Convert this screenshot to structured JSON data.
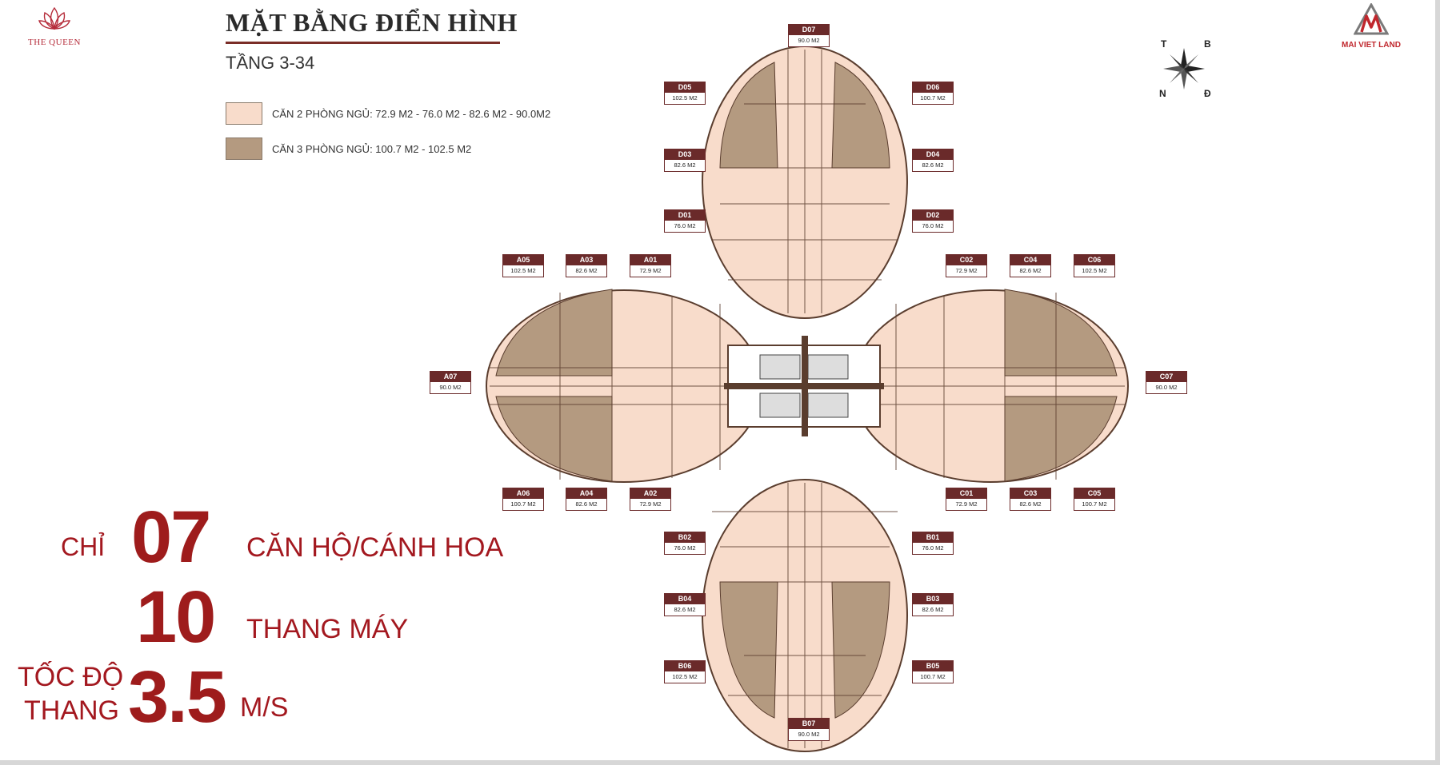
{
  "brand_left": "THE QUEEN",
  "brand_right": "MAI VIET LAND",
  "title": "MẶT BẰNG ĐIỂN HÌNH",
  "floor": "TẦNG 3-34",
  "legend": [
    {
      "label": "CĂN 2 PHÒNG NGỦ: 72.9 M2 - 76.0 M2 - 82.6 M2 - 90.0M2",
      "color": "#f8dccb"
    },
    {
      "label": "CĂN 3 PHÒNG NGỦ: 100.7 M2 - 102.5 M2",
      "color": "#b49a80"
    }
  ],
  "compass": {
    "t": "T",
    "b": "B",
    "n": "N",
    "d": "Đ"
  },
  "stats": {
    "s1_prefix": "CHỈ",
    "s1_num": "07",
    "s1_suffix": "CĂN HỘ/CÁNH HOA",
    "s2_num": "10",
    "s2_suffix": "THANG MÁY",
    "s3_prefix1": "TỐC ĐỘ",
    "s3_prefix2": "THANG",
    "s3_num": "3.5",
    "s3_suffix": "M/S"
  },
  "colors": {
    "accent": "#9e1c1c",
    "light_unit": "#f8dccb",
    "dark_unit": "#b49a80",
    "wall": "#5a3d2e"
  },
  "units": {
    "D07": {
      "code": "D07",
      "area": "90.0 M2"
    },
    "D05": {
      "code": "D05",
      "area": "102.5 M2"
    },
    "D06": {
      "code": "D06",
      "area": "100.7 M2"
    },
    "D03": {
      "code": "D03",
      "area": "82.6 M2"
    },
    "D04": {
      "code": "D04",
      "area": "82.6 M2"
    },
    "D01": {
      "code": "D01",
      "area": "76.0 M2"
    },
    "D02": {
      "code": "D02",
      "area": "76.0 M2"
    },
    "A05": {
      "code": "A05",
      "area": "102.5 M2"
    },
    "A03": {
      "code": "A03",
      "area": "82.6 M2"
    },
    "A01": {
      "code": "A01",
      "area": "72.9 M2"
    },
    "A07": {
      "code": "A07",
      "area": "90.0 M2"
    },
    "A06": {
      "code": "A06",
      "area": "100.7 M2"
    },
    "A04": {
      "code": "A04",
      "area": "82.6 M2"
    },
    "A02": {
      "code": "A02",
      "area": "72.9 M2"
    },
    "C02": {
      "code": "C02",
      "area": "72.9 M2"
    },
    "C04": {
      "code": "C04",
      "area": "82.6 M2"
    },
    "C06": {
      "code": "C06",
      "area": "102.5 M2"
    },
    "C07": {
      "code": "C07",
      "area": "90.0 M2"
    },
    "C01": {
      "code": "C01",
      "area": "72.9 M2"
    },
    "C03": {
      "code": "C03",
      "area": "82.6 M2"
    },
    "C05": {
      "code": "C05",
      "area": "100.7 M2"
    },
    "B02": {
      "code": "B02",
      "area": "76.0 M2"
    },
    "B01": {
      "code": "B01",
      "area": "76.0 M2"
    },
    "B04": {
      "code": "B04",
      "area": "82.6 M2"
    },
    "B03": {
      "code": "B03",
      "area": "82.6 M2"
    },
    "B06": {
      "code": "B06",
      "area": "102.5 M2"
    },
    "B05": {
      "code": "B05",
      "area": "100.7 M2"
    },
    "B07": {
      "code": "B07",
      "area": "90.0 M2"
    }
  }
}
